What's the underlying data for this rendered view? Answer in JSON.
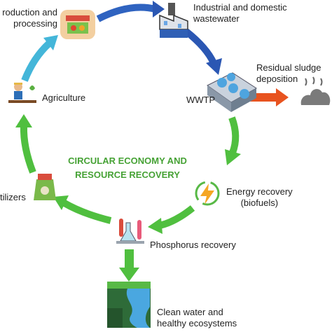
{
  "diagram": {
    "center_title": "CIRCULAR ECONOMY AND RESOURCE RECOVERY",
    "nodes": {
      "production": {
        "line1": "roduction and",
        "line2": "processing",
        "icon": "market-stall-icon"
      },
      "wastewater": {
        "line1": "Industrial and domestic",
        "line2": "wastewater",
        "icon": "factory-icon"
      },
      "wwtp": {
        "label": "WWTP",
        "icon": "treatment-plant-icon"
      },
      "sludge": {
        "line1": "Residual sludge",
        "line2": "deposition",
        "icon": "sludge-pile-icon"
      },
      "energy": {
        "line1": "Energy recovery",
        "line2": "(biofuels)",
        "icon": "lightning-icon"
      },
      "phosphorus": {
        "label": "Phosphorus recovery",
        "icon": "lab-flask-icon"
      },
      "clean_water": {
        "line1": "Clean water and",
        "line2": "healthy ecosystems",
        "icon": "river-landscape-icon"
      },
      "fertilizers": {
        "label": "tilizers",
        "icon": "fertilizer-sack-icon"
      },
      "agriculture": {
        "label": "Agriculture",
        "icon": "farmer-icon"
      }
    },
    "colors": {
      "green_arrow": "#50bf3f",
      "blue_arrow": "#2b57b3",
      "cyan_arrow": "#44b6d9",
      "orange_arrow": "#e8531f",
      "title_green": "#46a235"
    }
  }
}
